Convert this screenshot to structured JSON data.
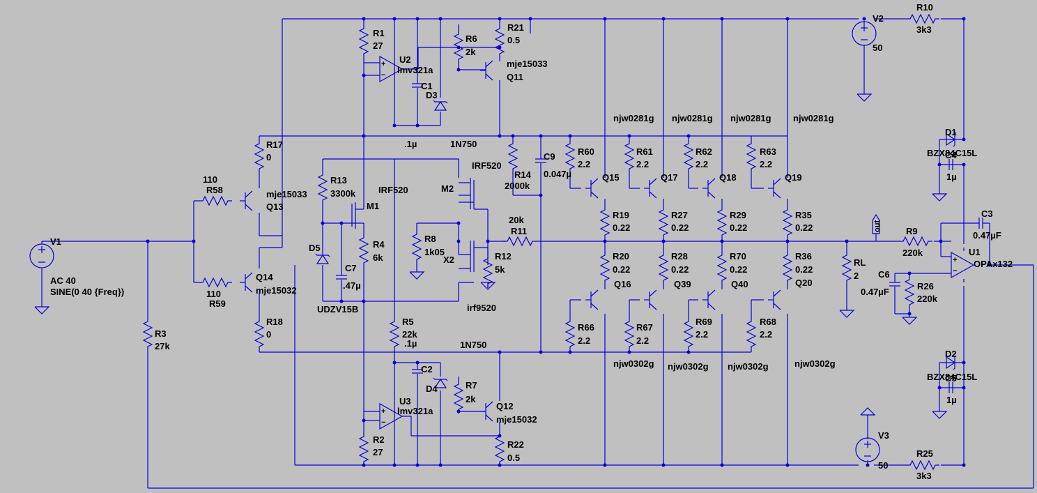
{
  "labels": {
    "R1": "R1",
    "R1v": "27",
    "R2": "R2",
    "R2v": "27",
    "R3": "R3",
    "R3v": "27k",
    "R4": "R4",
    "R4v": "6k",
    "R5": "R5",
    "R5v": "22k",
    "R6": "R6",
    "R6v": "2k",
    "R7": "R7",
    "R7v": "2k",
    "R8": "R8",
    "R8v": "1k05",
    "R9": "R9",
    "R9v": "220k",
    "R10": "R10",
    "R10v": "3k3",
    "R11": "R11",
    "R11v": "20k",
    "R12": "R12",
    "R12v": "5k",
    "R13": "R13",
    "R13v": "3300k",
    "R14": "R14",
    "R14v": "2000k",
    "R17": "R17",
    "R17v": "0",
    "R18": "R18",
    "R18v": "0",
    "R21": "R21",
    "R21v": "0.5",
    "R22": "R22",
    "R22v": "0.5",
    "R25": "R25",
    "R25v": "3k3",
    "R26": "R26",
    "R26v": "220k",
    "R58": "R58",
    "R58v": "110",
    "R59": "R59",
    "R59v": "110",
    "R60": "R60",
    "R61": "R61",
    "R62": "R62",
    "R63": "R63",
    "R66": "R66",
    "R67": "R67",
    "R68": "R68",
    "R69": "R69",
    "v22": "2.2",
    "R19": "R19",
    "R27": "R27",
    "R29": "R29",
    "R35": "R35",
    "R20": "R20",
    "R28": "R28",
    "R70": "R70",
    "R36": "R36",
    "v022": "0.22",
    "RL": "RL",
    "RLv": "2",
    "C1": "C1",
    "C1v": ".1µ",
    "C2": "C2",
    "C2v": ".1µ",
    "C3": "C3",
    "C3v": "0.47µF",
    "C4": "C4",
    "C4v": "1µ",
    "C5": "C5",
    "C5v": "1µ",
    "C6": "C6",
    "C6v": "0.47µF",
    "C7": "C7",
    "C7v": ".47µ",
    "C9": "C9",
    "C9v": "0.047µ",
    "D1": "D1",
    "D2": "D2",
    "D3": "D3",
    "D4": "D4",
    "D5": "D5",
    "bzx": "BZX84C15L",
    "n750": "1N750",
    "udz": "UDZV15B",
    "U1": "U1",
    "U1v": "OPAx132",
    "U2": "U2",
    "U3": "U3",
    "lmv": "lmv321a",
    "Q11": "Q11",
    "Q12": "Q12",
    "Q13": "Q13",
    "Q14": "Q14",
    "Q15": "Q15",
    "Q16": "Q16",
    "Q17": "Q17",
    "Q18": "Q18",
    "Q19": "Q19",
    "Q20": "Q20",
    "Q39": "Q39",
    "Q40": "Q40",
    "mje15033": "mje15033",
    "mje15032": "mje15032",
    "njw0281g": "njw0281g",
    "njw0302g": "njw0302g",
    "M1": "M1",
    "M2": "M2",
    "X2": "X2",
    "IRF520": "IRF520",
    "irf9520": "irf9520",
    "V1": "V1",
    "V1a": "AC 40",
    "V1b": "SINE(0 40 {Freq})",
    "V2": "V2",
    "V2v": "50",
    "V3": "V3",
    "V3v": "50",
    "out": "out"
  }
}
